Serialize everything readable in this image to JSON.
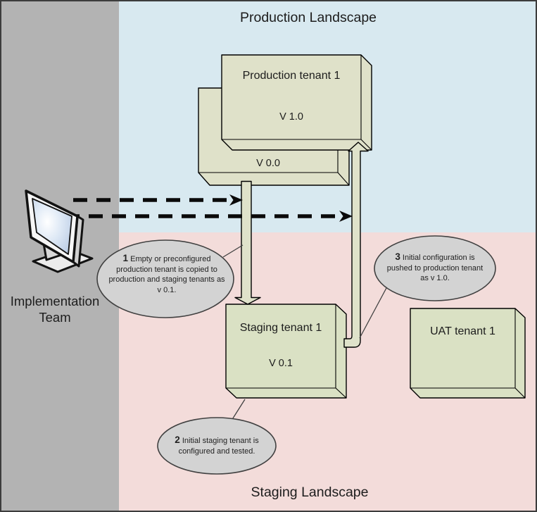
{
  "palette": {
    "team_band_gray": "#b3b3b3",
    "production_region_blue": "#d8e9f0",
    "staging_region_pink": "#f3dcda",
    "tenant_box_fill": "#dfe1c9",
    "staging_box_fill": "#dae1c4",
    "pipe_fill": "#dfe2ca",
    "callout_fill": "#d3d3d3",
    "outline_black": "#000000",
    "border_gray": "#3c3c3c"
  },
  "regions": {
    "production": {
      "title": "Production Landscape"
    },
    "staging": {
      "title": "Staging Landscape"
    },
    "implementation_team": {
      "label": "Implementation Team"
    }
  },
  "boxes": {
    "production_tenant": {
      "title": "Production tenant 1",
      "version": "V 1.0"
    },
    "production_tenant_v0": {
      "version": "V 0.0"
    },
    "staging_tenant": {
      "title": "Staging tenant 1",
      "version": "V 0.1"
    },
    "uat_tenant": {
      "title": "UAT tenant 1"
    }
  },
  "callouts": [
    {
      "number": "1",
      "text": "Empty or preconfigured production tenant is copied to production and staging tenants as v 0.1."
    },
    {
      "number": "2",
      "text": "Initial staging tenant is configured and tested."
    },
    {
      "number": "3",
      "text": "Initial configuration is pushed to production tenant as v 1.0."
    }
  ]
}
